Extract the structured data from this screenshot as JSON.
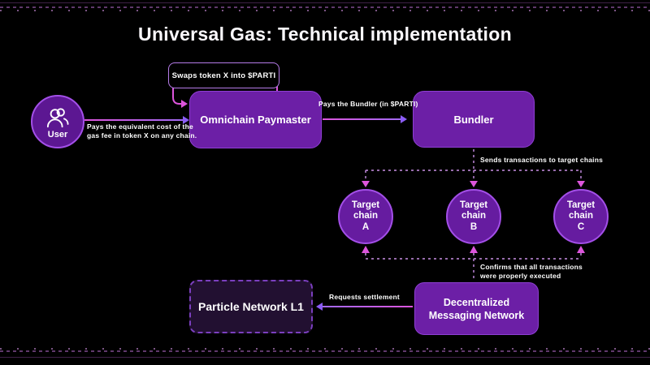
{
  "title": "Universal Gas: Technical implementation",
  "colors": {
    "background": "#000000",
    "box_fill": "#6C1FA6",
    "box_border": "#8F3FD4",
    "circle_fill": "#661CA0",
    "circle_border": "#A34FE8",
    "user_circle_fill": "#5C1792",
    "note_border": "#B57BE8",
    "particle_fill": "#221031",
    "particle_border": "#7B3FBF",
    "magenta": "#DD55DC",
    "violet_arrow": "#8B5CF6",
    "dashed_line": "#C98FE6",
    "edge_trim": "#3E2146",
    "text": "#FFFFFF"
  },
  "nodes": {
    "user": {
      "label": "User"
    },
    "swap_note": {
      "label": "Swaps token X into $PARTI"
    },
    "paymaster": {
      "label": "Omnichain Paymaster"
    },
    "bundler": {
      "label": "Bundler"
    },
    "target_chain_a": {
      "label": "Target\nchain\nA"
    },
    "target_chain_b": {
      "label": "Target\nchain\nB"
    },
    "target_chain_c": {
      "label": "Target\nchain\nC"
    },
    "messaging_network": {
      "label": "Decentralized\nMessaging Network"
    },
    "particle_l1": {
      "label": "Particle Network L1"
    }
  },
  "edges": {
    "user_to_paymaster": {
      "label": "Pays the equivalent cost of the\ngas fee in token X on any chain."
    },
    "paymaster_to_bundler": {
      "label": "Pays the Bundler (in $PARTI)"
    },
    "bundler_to_chains": {
      "label": "Sends transactions to target chains"
    },
    "chains_confirmation": {
      "label": "Confirms that all transactions\nwere properly executed"
    },
    "settlement": {
      "label": "Requests settlement"
    }
  }
}
